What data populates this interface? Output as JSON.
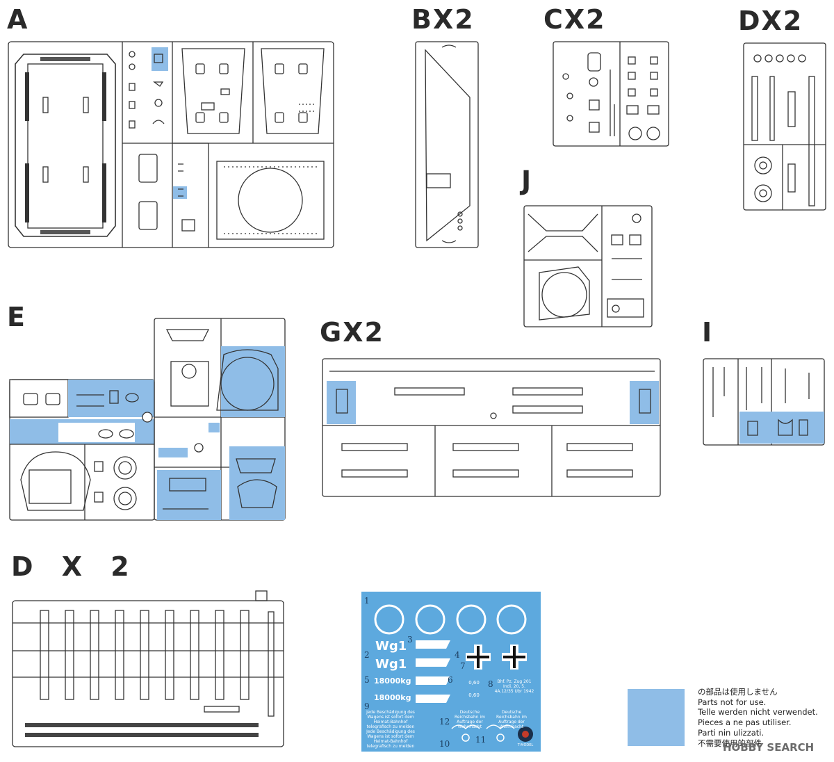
{
  "sprues": {
    "a": {
      "label": "A"
    },
    "b": {
      "label": "BX2"
    },
    "c": {
      "label": "CX2"
    },
    "d": {
      "label": "DX2"
    },
    "j": {
      "label": "J"
    },
    "e": {
      "label": "E"
    },
    "g": {
      "label": "GX2"
    },
    "i": {
      "label": "I"
    },
    "d2": {
      "label": "D X 2"
    }
  },
  "decals": {
    "numbers": [
      "1",
      "2",
      "3",
      "4",
      "5",
      "6",
      "7",
      "8",
      "9",
      "10",
      "11",
      "12"
    ],
    "wg_code": "Wg1",
    "weight": "18000kg",
    "warning_text": "Jede Beschädigung des Wagens ist sofort dem Heimat-Bahnhof telegrafisch zu melden",
    "reichsbahn_text": "Deutsche Reichsbahn im Auftrage der Wehrmacht",
    "plate_text": "Bhf. Pz. Zug 201 Indi. 20, 5. 4A.12/35 Ubr 1942",
    "dim_1": "0,60",
    "dim_2": "0,60",
    "brand": "T-MODEL"
  },
  "legend": {
    "japanese": "の部品は使用しません",
    "english": "Parts not for use.",
    "german": "Telle werden nicht verwendet.",
    "french": "Pieces a ne pas utiliser.",
    "italian": "Parti nin ulizzati.",
    "chinese": "不需要使用的部件",
    "box_color": "#8fbde7"
  },
  "watermark": "HOBBY SEARCH",
  "colors": {
    "unused_highlight": "#8fbde7",
    "decal_sheet": "#5da9de",
    "line": "#333333"
  }
}
